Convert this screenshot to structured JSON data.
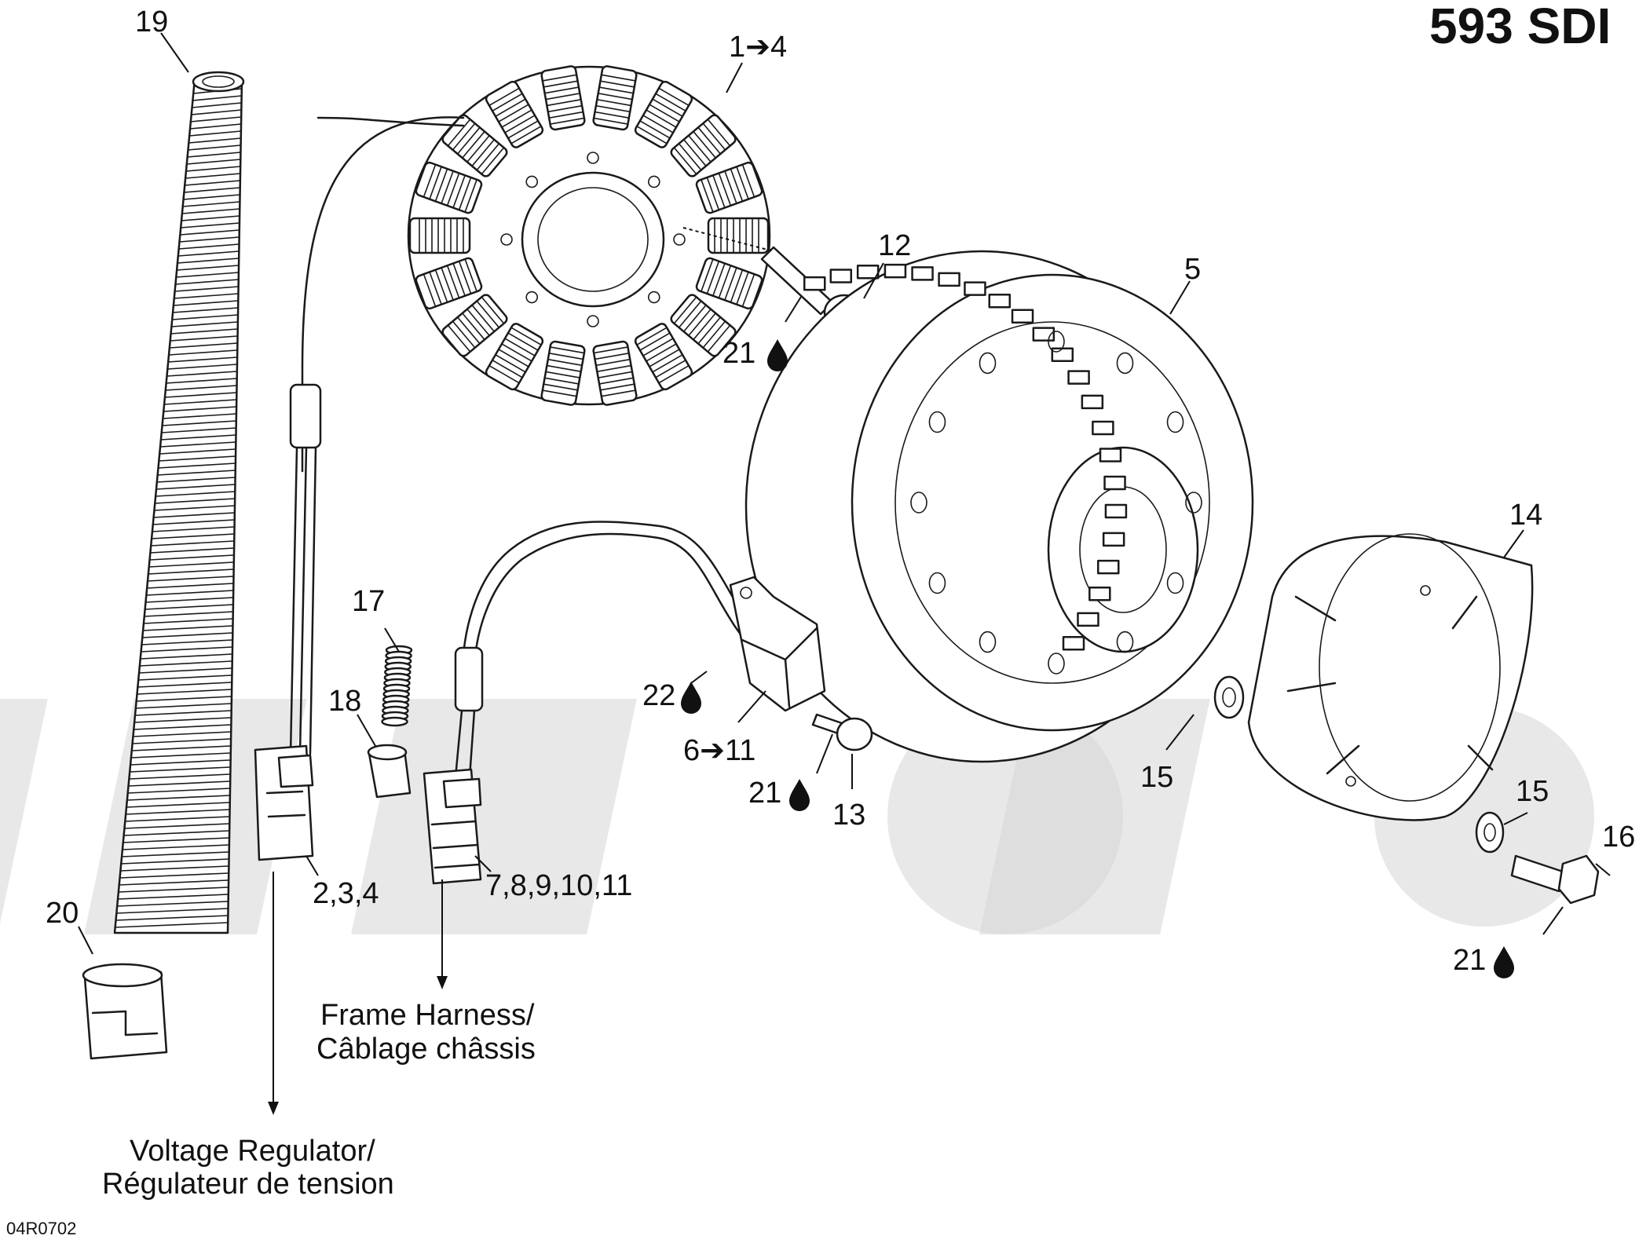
{
  "title": "593 SDI",
  "drawing_code": "04R0702",
  "watermark": "",
  "callouts": [
    {
      "id": "c19",
      "text": "19"
    },
    {
      "id": "c1-4",
      "text": "1➔4"
    },
    {
      "id": "c12",
      "text": "12"
    },
    {
      "id": "c21a",
      "text": "21"
    },
    {
      "id": "c5",
      "text": "5"
    },
    {
      "id": "c14",
      "text": "14"
    },
    {
      "id": "c17",
      "text": "17"
    },
    {
      "id": "c18",
      "text": "18"
    },
    {
      "id": "c22",
      "text": "22"
    },
    {
      "id": "c6-11",
      "text": "6➔11"
    },
    {
      "id": "c21b",
      "text": "21"
    },
    {
      "id": "c13",
      "text": "13"
    },
    {
      "id": "c15a",
      "text": "15"
    },
    {
      "id": "c15b",
      "text": "15"
    },
    {
      "id": "c16",
      "text": "16"
    },
    {
      "id": "c21c",
      "text": "21"
    },
    {
      "id": "c20",
      "text": "20"
    },
    {
      "id": "c2-4",
      "text": "2,3,4"
    },
    {
      "id": "c7-11",
      "text": "7,8,9,10,11"
    }
  ],
  "notes": {
    "frame_harness_en": "Frame Harness/",
    "frame_harness_fr": "Câblage châssis",
    "voltage_regulator_en": "Voltage Regulator/",
    "voltage_regulator_fr": "Régulateur de tension"
  },
  "icons": [
    "oil-drop-icon"
  ]
}
